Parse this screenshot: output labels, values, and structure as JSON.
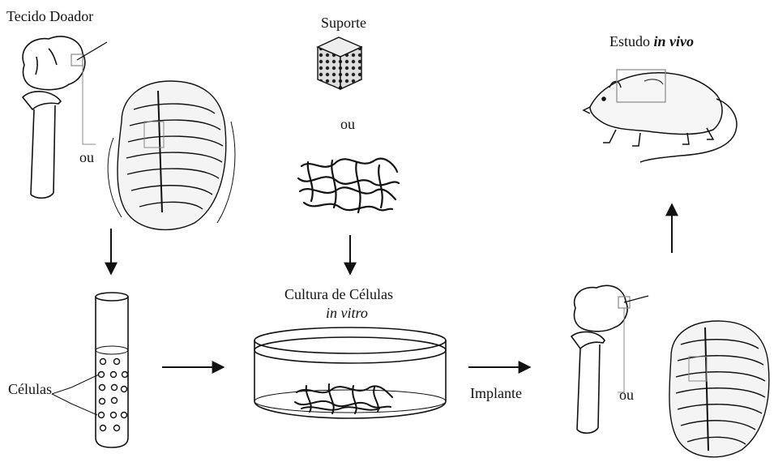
{
  "labels": {
    "donor_tissue": "Tecido Doador",
    "scaffold": "Suporte",
    "or_scaffold": "ou",
    "or_donor": "ou",
    "or_implant": "ou",
    "in_vivo_prefix": "Estudo",
    "in_vivo_emph": "in vivo",
    "cells": "Células",
    "culture_line1": "Cultura de Células",
    "culture_line2": "in vitro",
    "implant": "Implante"
  },
  "colors": {
    "ink": "#111111",
    "background": "#ffffff",
    "box": "#888888"
  },
  "icons": [
    "knee-bone-icon",
    "rib-cage-icon",
    "porous-sponge-icon",
    "fiber-mesh-icon",
    "test-tube-icon",
    "petri-dish-icon",
    "rat-icon"
  ]
}
